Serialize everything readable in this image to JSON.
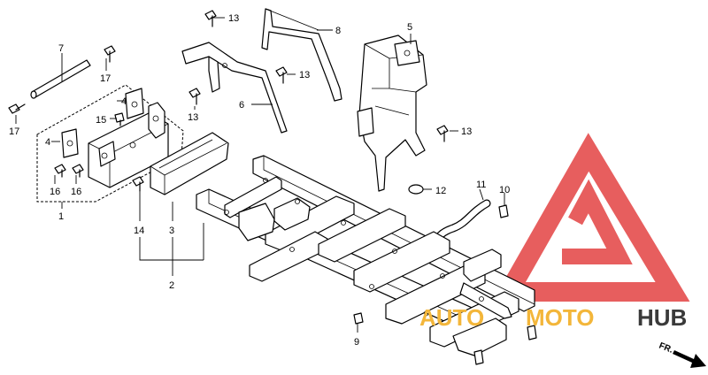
{
  "callouts": {
    "c1": "1",
    "c2": "2",
    "c3": "3",
    "c4a": "4",
    "c4b": "4",
    "c5": "5",
    "c6": "6",
    "c7": "7",
    "c8": "8",
    "c9": "9",
    "c10": "10",
    "c11": "11",
    "c12": "12",
    "c13a": "13",
    "c13b": "13",
    "c13c": "13",
    "c13d": "13",
    "c14": "14",
    "c15": "15",
    "c16a": "16",
    "c16b": "16",
    "c17a": "17",
    "c17b": "17"
  },
  "watermark": {
    "part1": "AUTO",
    "part2": "MOTO",
    "part3": "HUB",
    "color_primary": "#f3b63a",
    "color_secondary": "#3a3a3a",
    "color_triangle": "#e23b3b"
  },
  "direction": {
    "label": "FR."
  }
}
